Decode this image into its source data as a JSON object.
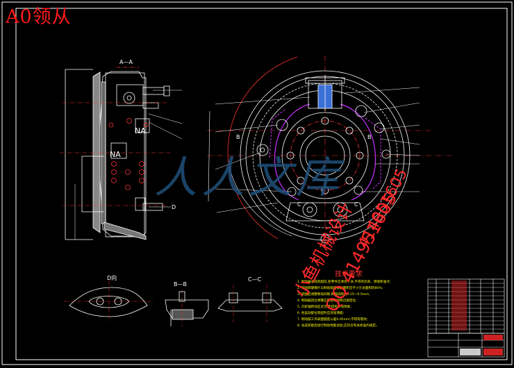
{
  "drawing_title": "A0领从",
  "watermark": {
    "brand_line1": "小鱼机械设计",
    "brand_line2": "QQ 414951605",
    "brand_line3": "414951605",
    "site": "人人文库"
  },
  "section_labels": {
    "aa": "A—A",
    "d": "D向",
    "bb": "B—B",
    "cc": "C—C"
  },
  "view_letters": {
    "b_left": "B",
    "b_right": "B",
    "c_left": "C",
    "c_right": "C",
    "d": "D"
  },
  "tech_requirements": {
    "title": "技术要求",
    "notes": [
      "1. 制动器总成装配前,各零件应清洗干净,不得有毛刺、锈蚀和油污;",
      "2. 制动蹄摩擦片与制动鼓的接触面积应不小于总面积的80%;",
      "3. 装配后调整制动间隙,蹄鼓间隙为0.25～0.5mm;",
      "4. 制动器回位弹簧应能使制动蹄迅速回位;",
      "5. 凸轮轴转动应灵活,不得有卡滞现象;",
      "6. 各运动部位装配时应涂润滑脂;",
      "7. 制动鼓工作表面圆度公差0.05mm,不得有裂纹;",
      "8. 总成装配后进行制动性能试验,应符合有关标准的规定。"
    ]
  },
  "colors": {
    "background": "#000000",
    "outline": "#ffffff",
    "centerline": "#ff3333",
    "leader": "#ffffff",
    "shoe": "#cc33ff",
    "hidden": "#ffff00",
    "watermark": "#ff2a2a",
    "site_watermark": "#1f4f7a"
  }
}
